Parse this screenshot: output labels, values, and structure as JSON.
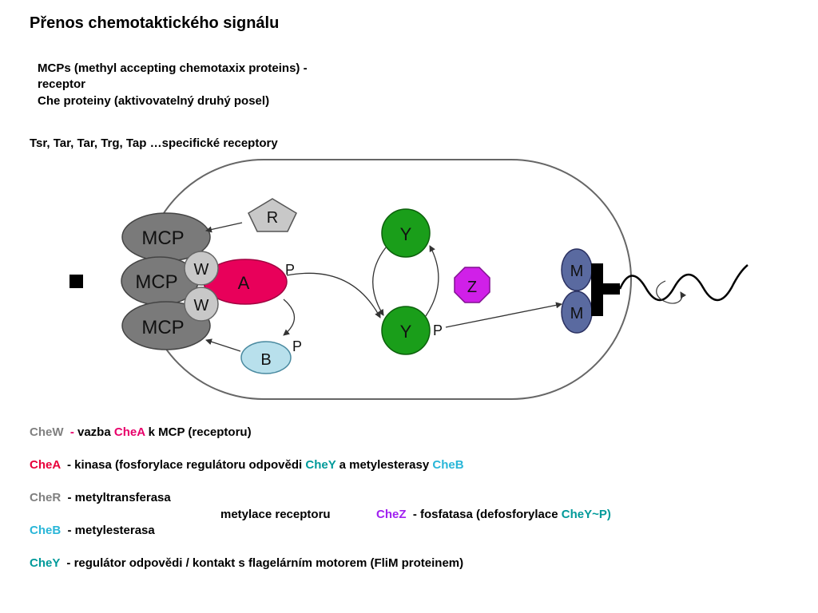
{
  "title": "Přenos chemotaktického signálu",
  "intro": {
    "line1": "MCPs  (methyl accepting chemotaxix proteins)   -",
    "line2": "receptor",
    "line3": "Che proteiny (aktivovatelný druhý posel)",
    "line4": "Tsr, Tar, Tar, Trg, Tap …specifické receptory"
  },
  "diagram": {
    "mcp": "MCP",
    "w": "W",
    "a": "A",
    "r": "R",
    "b": "B",
    "y": "Y",
    "z": "Z",
    "m": "M",
    "p": "P",
    "colors": {
      "mcp": "#7a7a7a",
      "w": "#c8c8c8",
      "a": "#e8005a",
      "r": "#c8c8c8",
      "b": "#b8e0ec",
      "y": "#1a9e1a",
      "z": "#d020e8",
      "m": "#5a6aa0"
    }
  },
  "legend": {
    "chew_name": "CheW",
    "chew_dash": "  - ",
    "chew_text1": "vazba ",
    "chew_chea": "CheA",
    "chew_text2": " k MCP (receptoru)",
    "chea_name": "CheA",
    "chea_text1": "  - kinasa (fosforylace regulátoru odpovědi ",
    "chea_chey": "CheY",
    "chea_text2": " a metylesterasy ",
    "chea_cheb": "CheB",
    "cher_name": "CheR",
    "cher_text": "  - metyltransferasa",
    "methylation": "metylace receptoru",
    "chez_name": "CheZ",
    "chez_text1": "  - fosfatasa (defosforylace ",
    "chez_cheyp": "CheY~P)",
    "cheb_name": "CheB",
    "cheb_text": "  - metylesterasa",
    "chey_name": "CheY",
    "chey_text": "  - regulátor odpovědi / kontakt s flagelárním motorem (FliM proteinem)"
  }
}
